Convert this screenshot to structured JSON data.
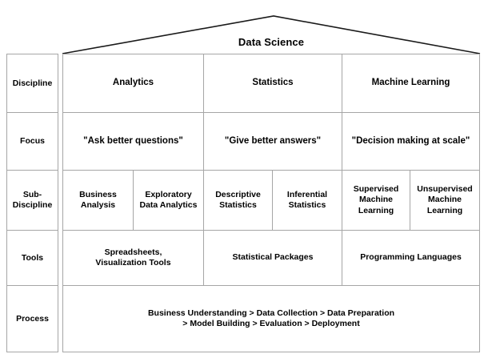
{
  "diagram": {
    "title": "Data Science",
    "row_labels": [
      "Discipline",
      "Focus",
      "Sub-\nDiscipline",
      "Tools",
      "Process"
    ],
    "rows": {
      "discipline": [
        "Analytics",
        "Statistics",
        "Machine Learning"
      ],
      "focus": [
        "\"Ask better questions\"",
        "\"Give better answers\"",
        "\"Decision making at scale\""
      ],
      "sub_discipline": [
        "Business\nAnalysis",
        "Exploratory\nData Analytics",
        "Descriptive\nStatistics",
        "Inferential\nStatistics",
        "Supervised\nMachine\nLearning",
        "Unsupervised\nMachine\nLearning"
      ],
      "tools": [
        "Spreadsheets,\nVisualization Tools",
        "Statistical Packages",
        "Programming Languages"
      ],
      "process": "Business Understanding > Data Collection > Data Preparation\n> Model Building > Evaluation > Deployment"
    },
    "colors": {
      "roof_line": "#1a1a1a",
      "grid_line": "#a6a6a6",
      "text": "#000000",
      "background": "#ffffff"
    }
  }
}
